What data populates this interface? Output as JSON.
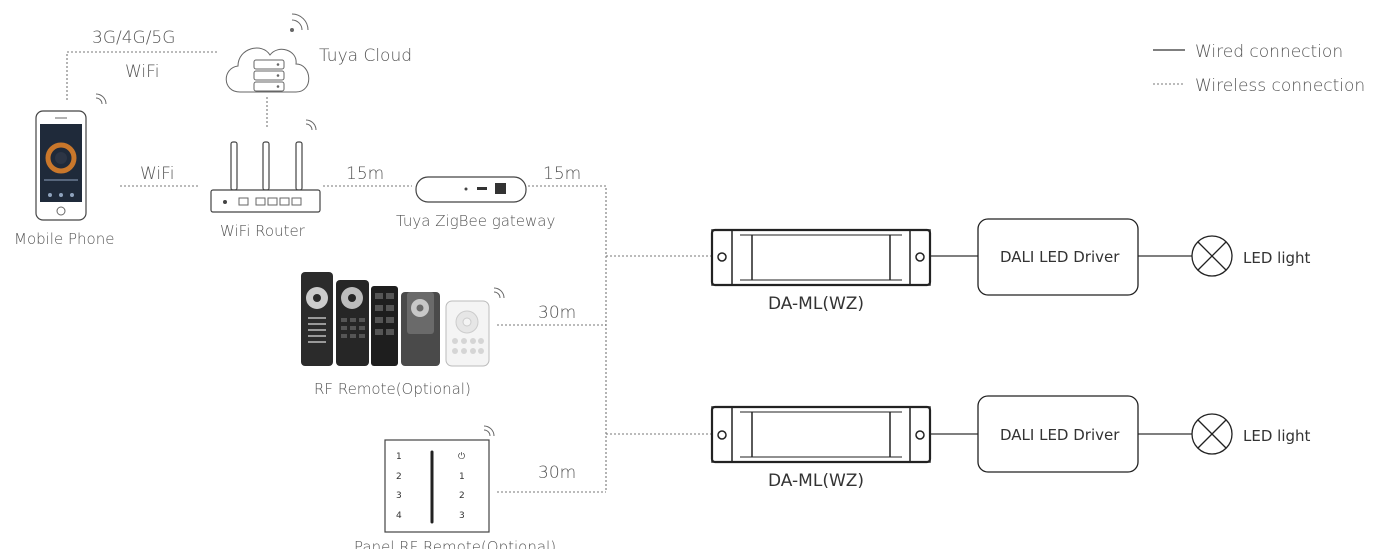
{
  "legend": {
    "wired": "Wired connection",
    "wireless": "Wireless connection"
  },
  "labels": {
    "network_cloud": "3G/4G/5G",
    "wifi_cloud": "WiFi",
    "tuya_cloud": "Tuya Cloud",
    "wifi_phone": "WiFi",
    "mobile_phone": "Mobile Phone",
    "router": "WiFi Router",
    "dist_router_gateway": "15m",
    "gateway": "Tuya ZigBee gateway",
    "dist_gateway_bus": "15m",
    "dist_rf_remote": "30m",
    "rf_remote": "RF Remote(Optional)",
    "dist_panel_remote": "30m",
    "panel_remote": "Panel RF Remote(Optional)",
    "controller_1": "DA-ML(WZ)",
    "controller_2": "DA-ML(WZ)",
    "driver_1": "DALI LED Driver",
    "driver_2": "DALI LED Driver",
    "light_1": "LED light",
    "light_2": "LED light"
  },
  "panel_keys": {
    "left": [
      "1",
      "2",
      "3",
      "4"
    ],
    "right": [
      "⏻",
      "1",
      "2",
      "3"
    ]
  },
  "colors": {
    "line": "#333333",
    "text": "#555555",
    "phone_accent": "#c9772b"
  }
}
